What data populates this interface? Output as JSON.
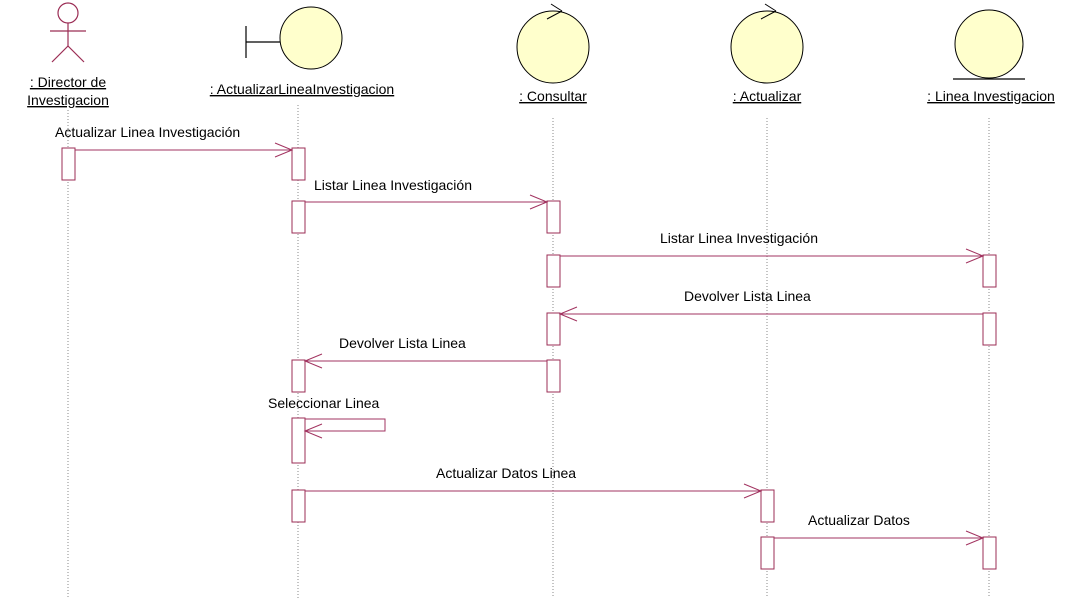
{
  "colors": {
    "message": "#a23360",
    "activation": "#9b2d55",
    "object_fill": "#ffffcc",
    "lifeline": "#8a8a8a"
  },
  "objects": [
    {
      "id": "director",
      "kind": "actor",
      "label_lines": [
        ": Director de",
        "Investigacion"
      ]
    },
    {
      "id": "ui",
      "kind": "boundary",
      "label_lines": [
        ": ActualizarLineaInvestigacion"
      ]
    },
    {
      "id": "consultar",
      "kind": "control",
      "label_lines": [
        ": Consultar"
      ]
    },
    {
      "id": "actualizar",
      "kind": "control",
      "label_lines": [
        ": Actualizar"
      ]
    },
    {
      "id": "linea",
      "kind": "entity",
      "label_lines": [
        ": Linea Investigacion"
      ]
    }
  ],
  "messages": [
    {
      "from": "director",
      "to": "ui",
      "label": "Actualizar Linea Investigación"
    },
    {
      "from": "ui",
      "to": "consultar",
      "label": "Listar Linea Investigación"
    },
    {
      "from": "consultar",
      "to": "linea",
      "label": "Listar Linea Investigación"
    },
    {
      "from": "linea",
      "to": "consultar",
      "label": "Devolver Lista Linea"
    },
    {
      "from": "consultar",
      "to": "ui",
      "label": "Devolver Lista Linea"
    },
    {
      "from": "ui",
      "to": "ui",
      "label": "Seleccionar Linea"
    },
    {
      "from": "ui",
      "to": "actualizar",
      "label": "Actualizar Datos Linea"
    },
    {
      "from": "actualizar",
      "to": "linea",
      "label": "Actualizar Datos"
    }
  ]
}
